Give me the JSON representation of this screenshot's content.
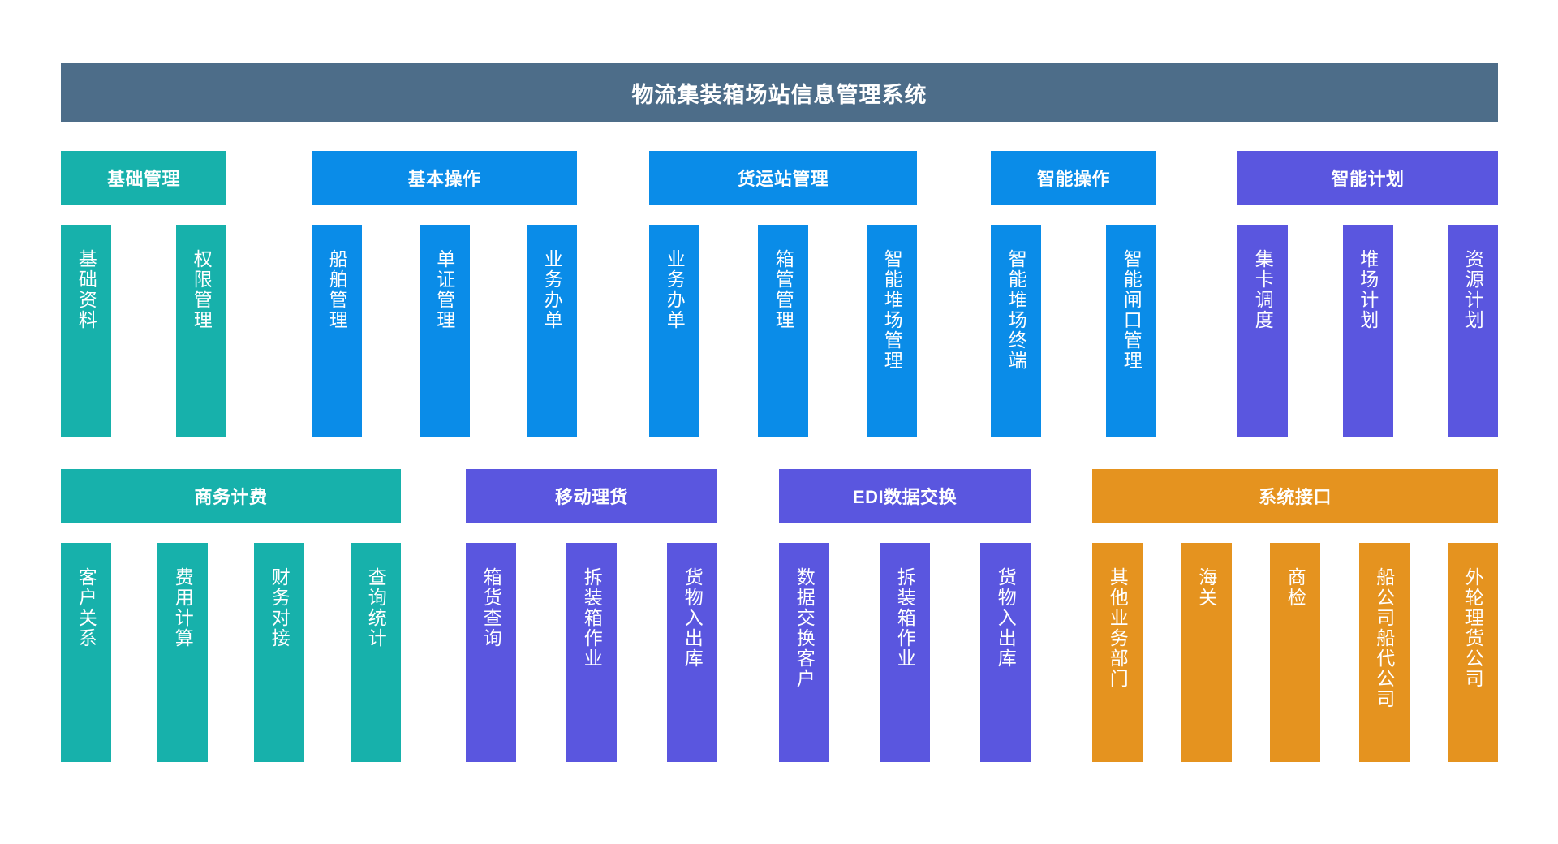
{
  "header": {
    "title": "物流集装箱场站信息管理系统",
    "color": "#4d6d89"
  },
  "palette": {
    "teal": "#17b1ab",
    "blue": "#0a8ce8",
    "purple": "#5a56df",
    "orange": "#e5931f",
    "header_bar": "#4d6d89",
    "text": "#ffffff",
    "background": "#ffffff"
  },
  "rows": [
    {
      "groups": [
        {
          "label": "基础管理",
          "color": "teal",
          "items": [
            {
              "label": "基础资料"
            },
            {
              "label": "权限管理"
            }
          ]
        },
        {
          "label": "基本操作",
          "color": "blue",
          "items": [
            {
              "label": "船舶管理"
            },
            {
              "label": "单证管理"
            },
            {
              "label": "业务办单"
            }
          ]
        },
        {
          "label": "货运站管理",
          "color": "blue",
          "items": [
            {
              "label": "业务办单"
            },
            {
              "label": "箱管管理"
            },
            {
              "label": "智能堆场管理"
            }
          ]
        },
        {
          "label": "智能操作",
          "color": "blue",
          "items": [
            {
              "label": "智能堆场终端"
            },
            {
              "label": "智能闸口管理"
            }
          ]
        },
        {
          "label": "智能计划",
          "color": "purple",
          "items": [
            {
              "label": "集卡调度"
            },
            {
              "label": "堆场计划"
            },
            {
              "label": "资源计划"
            }
          ]
        }
      ]
    },
    {
      "groups": [
        {
          "label": "商务计费",
          "color": "teal",
          "items": [
            {
              "label": "客户关系"
            },
            {
              "label": "费用计算"
            },
            {
              "label": "财务对接"
            },
            {
              "label": "查询统计"
            }
          ]
        },
        {
          "label": "移动理货",
          "color": "purple",
          "items": [
            {
              "label": "箱货查询"
            },
            {
              "label": "拆装箱作业"
            },
            {
              "label": "货物入出库"
            }
          ]
        },
        {
          "label": "EDI数据交换",
          "color": "purple",
          "items": [
            {
              "label": "数据交换客户"
            },
            {
              "label": "拆装箱作业"
            },
            {
              "label": "货物入出库"
            }
          ]
        },
        {
          "label": "系统接口",
          "color": "orange",
          "items": [
            {
              "label": "其他业务部门"
            },
            {
              "label": "海关"
            },
            {
              "label": "商检"
            },
            {
              "label": "船公司船代公司"
            },
            {
              "label": "外轮理货公司"
            }
          ]
        }
      ]
    }
  ]
}
